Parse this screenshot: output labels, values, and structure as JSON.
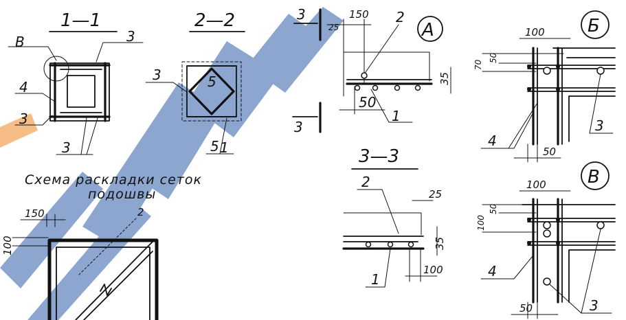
{
  "sections": {
    "s11": "1—1",
    "s22": "2—2",
    "s33": "3—3"
  },
  "schema_title": {
    "line1": "Схема раскладки сеток",
    "line2": "подошвы"
  },
  "callouts": {
    "A": "А",
    "B": "Б",
    "V": "В"
  },
  "labels": {
    "V_left": "В",
    "n3": "3",
    "n4": "4",
    "n5": "5",
    "n1": "1",
    "n2": "2",
    "cut3": "3"
  },
  "dims": {
    "d150": "150",
    "d25": "25",
    "d35": "35",
    "d50": "50",
    "d100": "100",
    "d70": "70"
  },
  "colors": {
    "ink": "#111111",
    "watermark_blue": "#2f5fa8",
    "watermark_orange": "#f08a24"
  }
}
